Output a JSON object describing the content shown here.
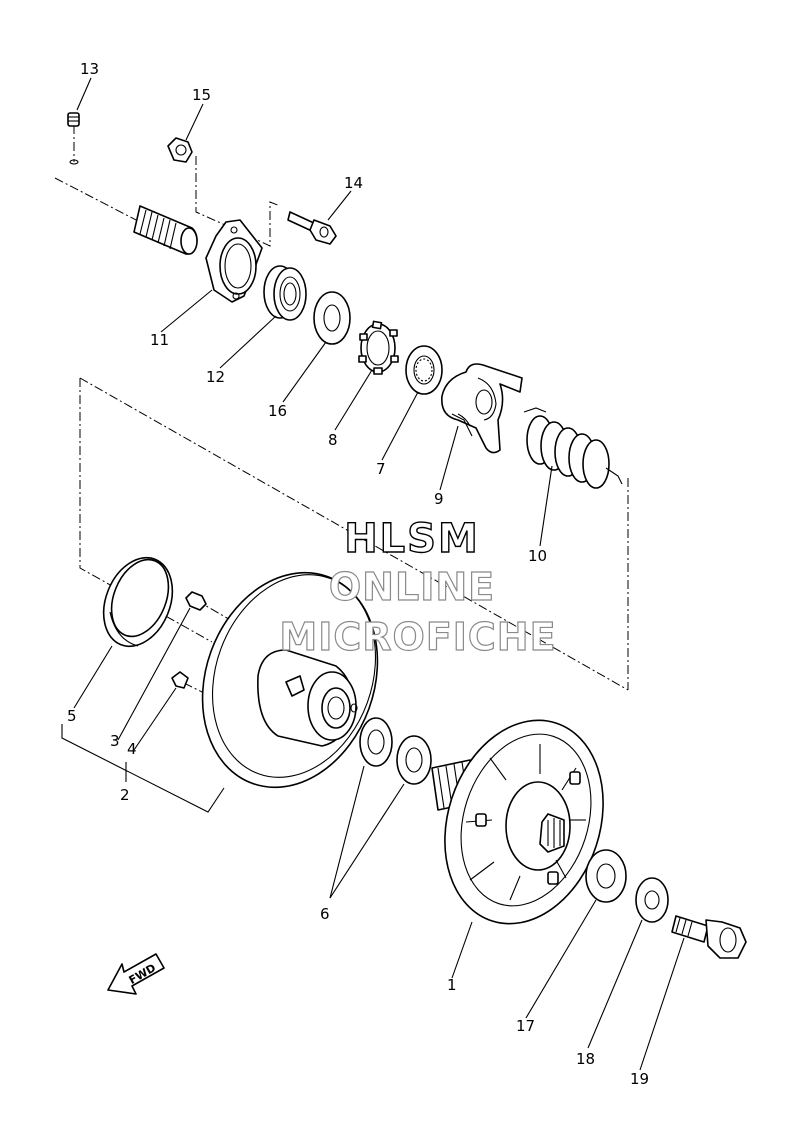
{
  "labels": {
    "n1": "1",
    "n2": "2",
    "n3": "3",
    "n4": "4",
    "n5": "5",
    "n6": "6",
    "n7": "7",
    "n8": "8",
    "n9": "9",
    "n10": "10",
    "n11": "11",
    "n12": "12",
    "n13": "13",
    "n14": "14",
    "n15": "15",
    "n16": "16",
    "n17": "17",
    "n18": "18",
    "n19": "19"
  },
  "watermark": {
    "line1": "HLSM",
    "line2": "ONLINE",
    "line3": "MICROFICHE"
  },
  "fwd_label": "FWD",
  "colors": {
    "line": "#000000",
    "background": "#ffffff",
    "watermark_faint": "#8a8a8a"
  }
}
